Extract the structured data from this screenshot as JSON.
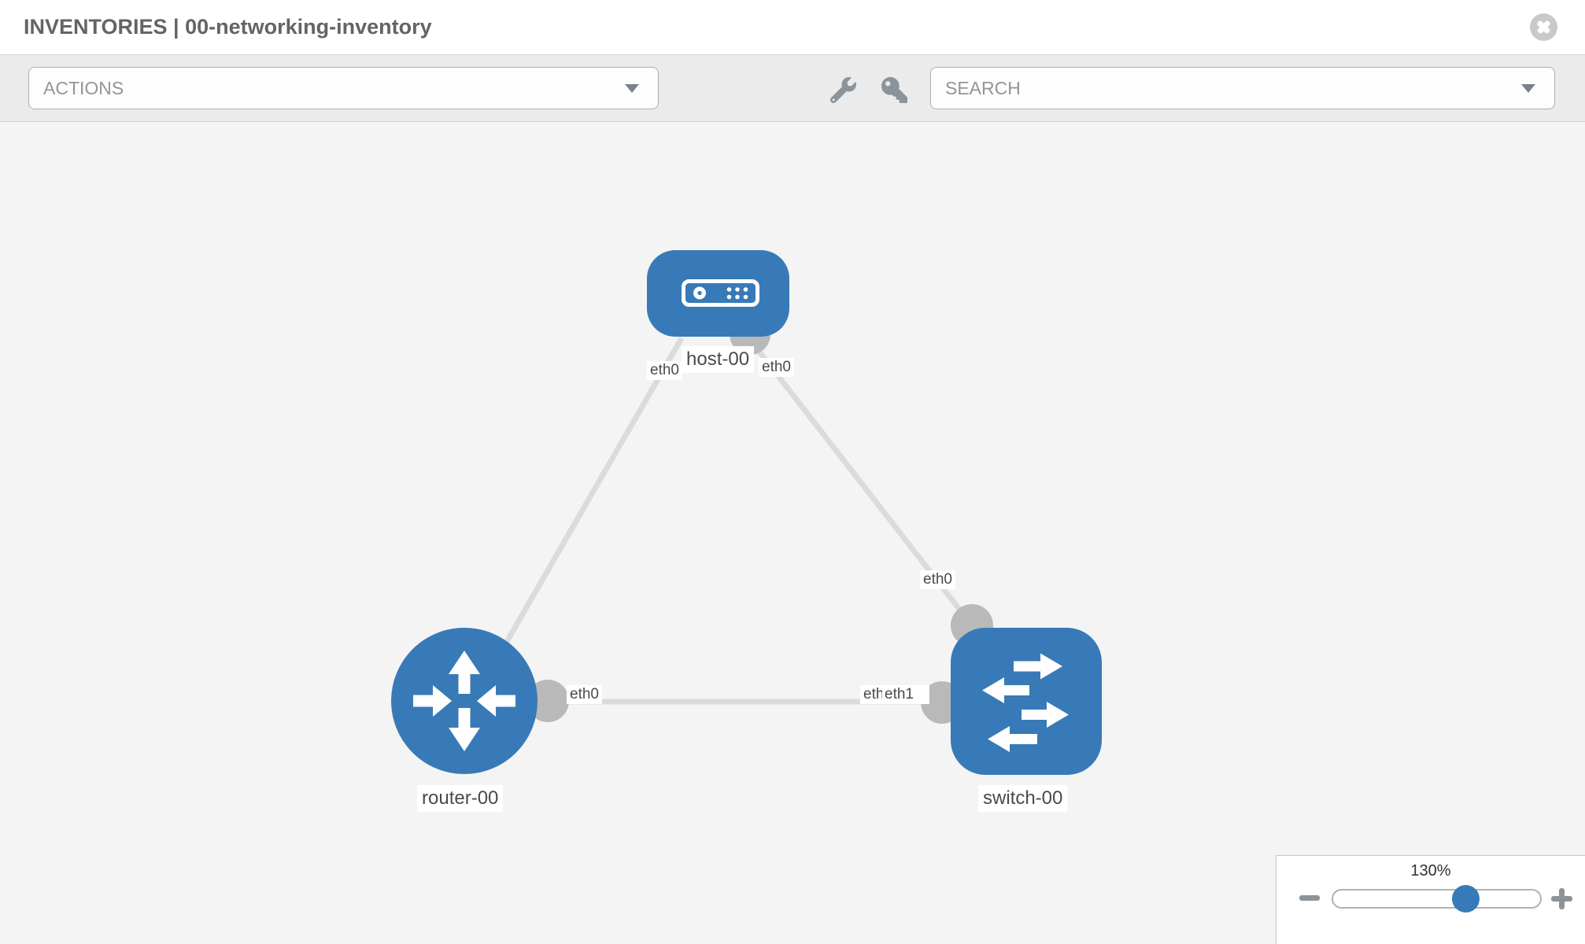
{
  "header": {
    "title": "INVENTORIES | 00-networking-inventory",
    "close_icon": "close-icon"
  },
  "toolbar": {
    "actions_label": "ACTIONS",
    "search_placeholder": "SEARCH",
    "icons": [
      "wrench-icon",
      "key-icon",
      "chevron-down-icon"
    ]
  },
  "topology": {
    "nodes": [
      {
        "label": "host-00",
        "type": "host"
      },
      {
        "label": "router-00",
        "type": "router"
      },
      {
        "label": "switch-00",
        "type": "switch"
      }
    ],
    "links": [
      {
        "from": "host-00",
        "from_interface": "eth0",
        "to": "router-00",
        "to_interface": "eth0"
      },
      {
        "from": "host-00",
        "from_interface": "eth0",
        "to": "switch-00",
        "to_interface": "eth0"
      },
      {
        "from": "router-00",
        "from_interface": "eth0",
        "to": "switch-00",
        "to_interface": "eth1"
      }
    ],
    "overlapped_interface_label": {
      "under": "eth0",
      "over": "eth1"
    }
  },
  "zoom_control": {
    "level": "130%",
    "zoom_out_icon": "minus-icon",
    "zoom_in_icon": "plus-icon"
  },
  "colors": {
    "node_blue": "#377ab7",
    "link_gray": "#dbdbdb",
    "interface_gray": "#b9b9b9"
  }
}
